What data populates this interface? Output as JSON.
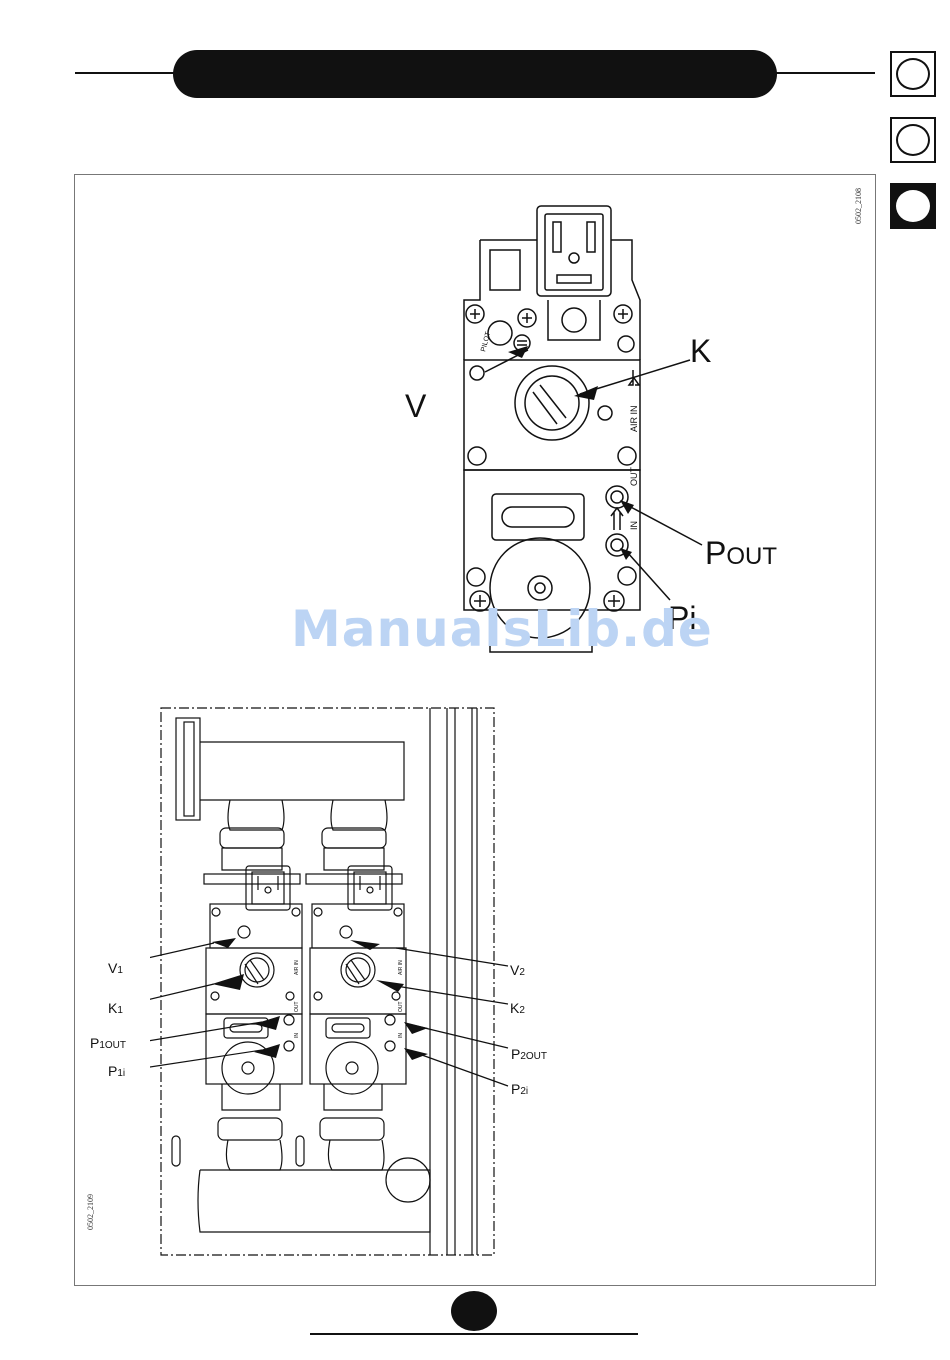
{
  "header": {
    "title": ""
  },
  "language_tabs": [
    {
      "name": "lang-tab-1",
      "active": false
    },
    {
      "name": "lang-tab-2",
      "active": false
    },
    {
      "name": "lang-tab-3",
      "active": true
    }
  ],
  "drawing_codes": {
    "top": "0502_2108",
    "bottom": "0502_2109"
  },
  "top_figure": {
    "labels": {
      "V": "V",
      "K": "K",
      "P": "P",
      "OUT": "OUT",
      "Pi": "Pi"
    },
    "valve_text": {
      "pilot": "PILOT",
      "air_in": "AIR IN",
      "out": "OUT",
      "in": "IN"
    }
  },
  "bottom_figure": {
    "labels": {
      "V1_main": "V",
      "V1_sub": "1",
      "K1_main": "K",
      "K1_sub": "1",
      "P1OUT_main": "P",
      "P1OUT_sub": "1OUT",
      "P1i_main": "P",
      "P1i_sub": "1i",
      "V2_main": "V",
      "V2_sub": "2",
      "K2_main": "K",
      "K2_sub": "2",
      "P2OUT_main": "P",
      "P2OUT_sub": "2OUT",
      "P2i_main": "P",
      "P2i_sub": "2i"
    },
    "valve_text": {
      "air_in": "AIR IN",
      "out": "OUT",
      "in": "IN"
    }
  },
  "watermark": "ManualsLib.de"
}
